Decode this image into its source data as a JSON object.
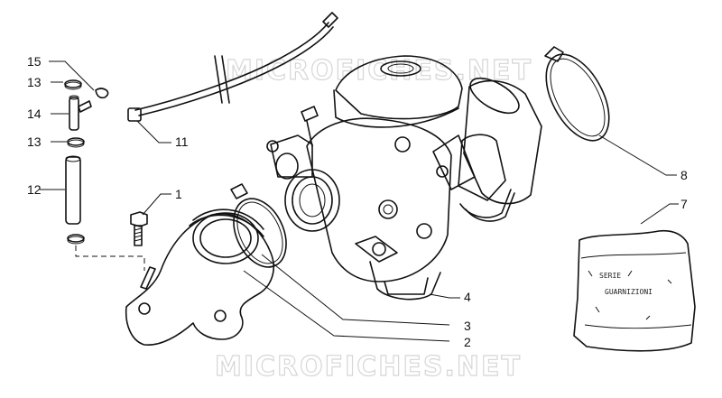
{
  "watermark": "MICROFICHES.NET",
  "bag_text": {
    "line1": "SERIE",
    "line2": "GUARNIZIONI"
  },
  "callouts": {
    "c1": "1",
    "c2": "2",
    "c3": "3",
    "c4": "4",
    "c7": "7",
    "c8": "8",
    "c11": "11",
    "c12": "12",
    "c13a": "13",
    "c13b": "13",
    "c14": "14",
    "c15": "15"
  }
}
